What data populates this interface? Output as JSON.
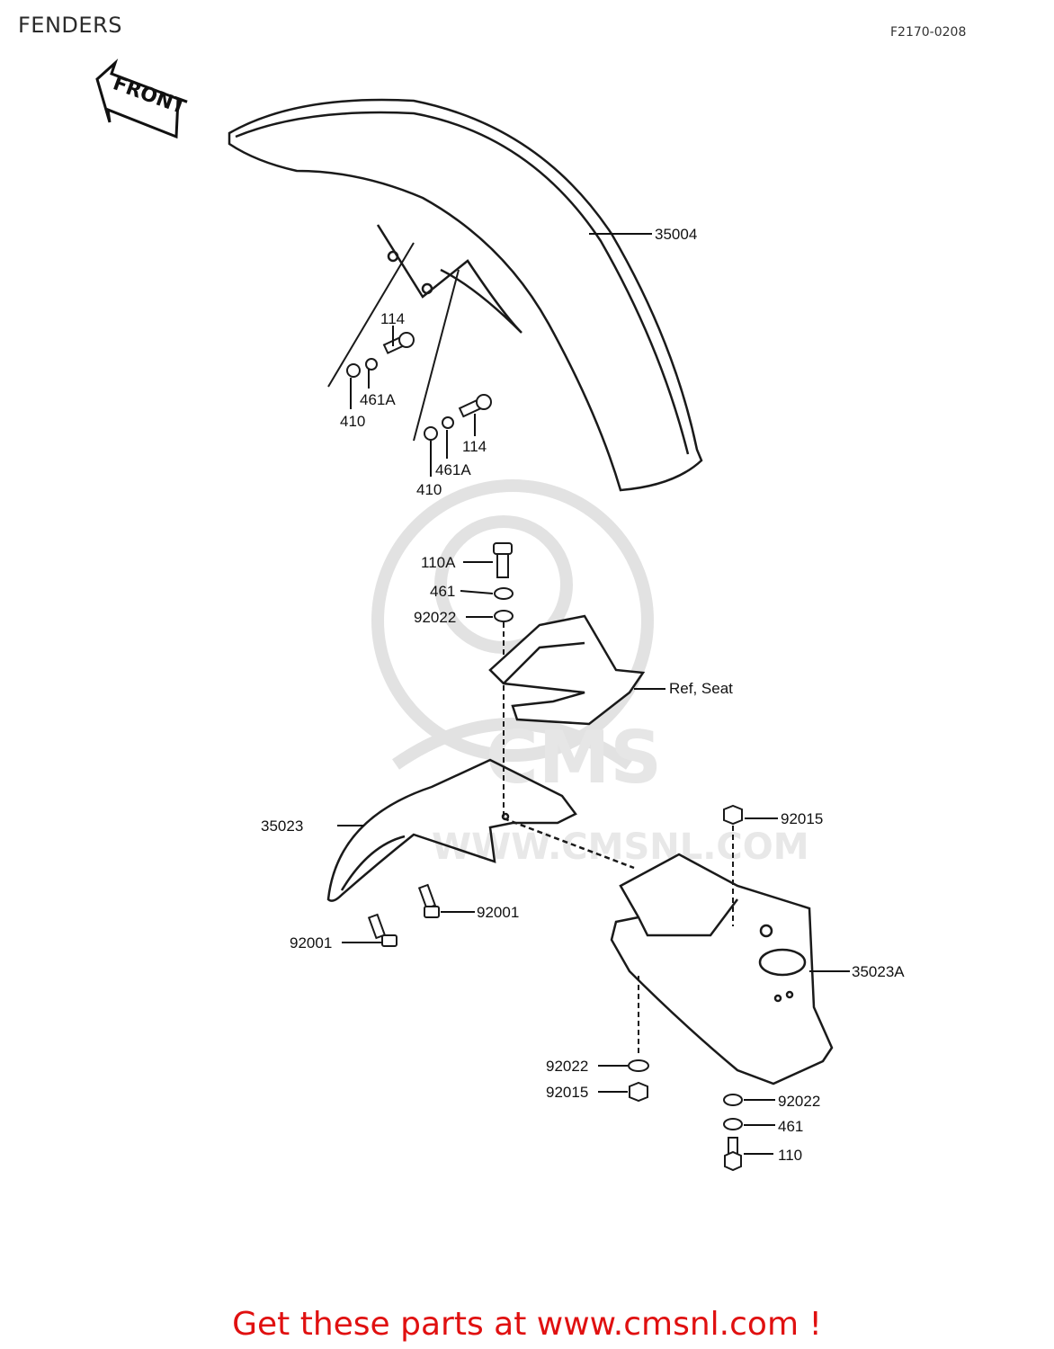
{
  "header": {
    "title": "FENDERS",
    "diagram_code": "F2170-0208"
  },
  "front_arrow": {
    "label": "FRONT"
  },
  "callouts": {
    "c35004": "35004",
    "c114a": "114",
    "c461a_a": "461A",
    "c410_a": "410",
    "c114b": "114",
    "c461a_b": "461A",
    "c410_b": "410",
    "c110a": "110A",
    "c461a": "461",
    "c92022a": "92022",
    "ref_seat": "Ref, Seat",
    "c35023": "35023",
    "c92015a": "92015",
    "c92001a": "92001",
    "c92001b": "92001",
    "c35023a": "35023A",
    "c92022b": "92022",
    "c92015b": "92015",
    "c92022c": "92022",
    "c461b": "461",
    "c110": "110"
  },
  "watermark": {
    "brand": "CMS",
    "url": "WWW.CMSNL.COM"
  },
  "footer": {
    "cta": "Get these parts at www.cmsnl.com !"
  },
  "colors": {
    "cta": "#e01010",
    "line": "#1a1a1a",
    "watermark": "#e4e4e4"
  }
}
